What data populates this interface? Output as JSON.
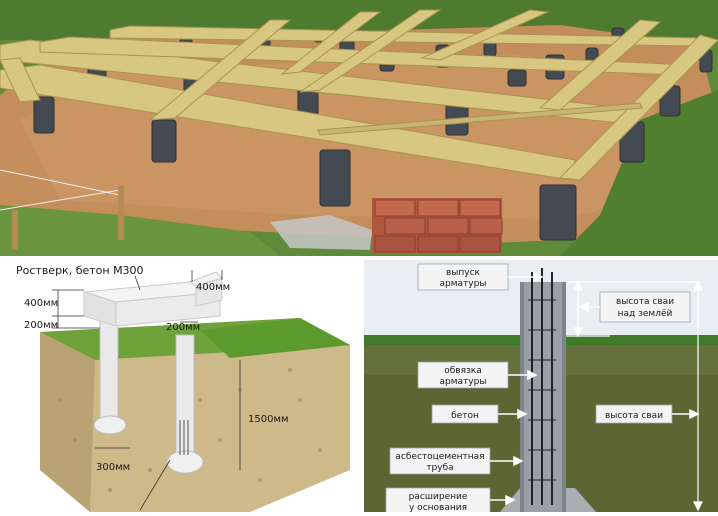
{
  "left_diagram": {
    "title": "Ростверк, бетон М300",
    "dim_400_left": "400мм",
    "dim_200_left": "200мм",
    "dim_400_right": "400мм",
    "dim_200_right": "200мм",
    "dim_1500": "1500мм",
    "dim_300": "300мм"
  },
  "right_diagram": {
    "labels": [
      "выпуск\nарматуры",
      "обвязка\nарматуры",
      "бетон",
      "асбестоцементная\nтруба",
      "расширение\nу основания"
    ],
    "right_labels": [
      "высота сваи\nнад землёй",
      "высота сваи"
    ]
  },
  "colors": {
    "sky": "#eef2f6",
    "soil_top": "#6b7a3f",
    "soil_bottom": "#565d2e",
    "grass": "#3f7b2a",
    "timber": "#d6c27a",
    "pile": "#4b5560",
    "label_box": "#f5f5f5"
  }
}
